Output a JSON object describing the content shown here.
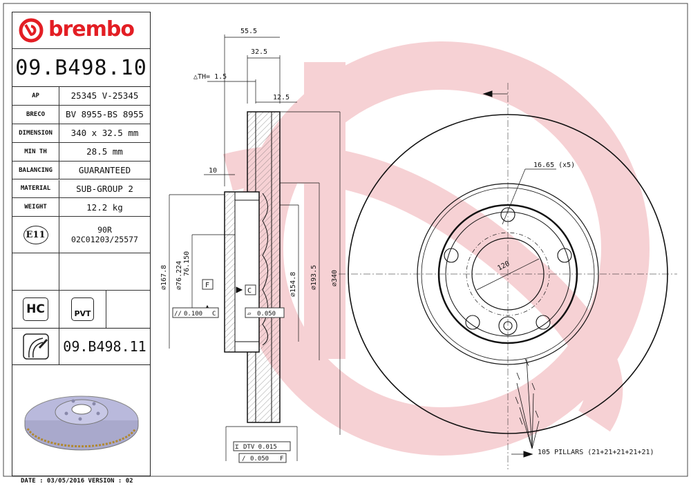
{
  "brand": {
    "name": "brembo",
    "color": "#e31e24"
  },
  "part_number": "09.B498.10",
  "specs": [
    {
      "label": "AP",
      "value": "25345 V-25345"
    },
    {
      "label": "BRECO",
      "value": "BV 8955-BS 8955"
    },
    {
      "label": "DIMENSION",
      "value": "340 x 32.5 mm"
    },
    {
      "label": "MIN TH",
      "value": "28.5 mm"
    },
    {
      "label": "BALANCING",
      "value": "GUARANTEED"
    },
    {
      "label": "MATERIAL",
      "value": "SUB-GROUP 2"
    },
    {
      "label": "WEIGHT",
      "value": "12.2 kg"
    }
  ],
  "approval": {
    "mark": "E11",
    "line1": "90R",
    "line2": "02C01203/25577"
  },
  "badges": {
    "hc": "HC",
    "pvt": "PVT"
  },
  "alt_part_number": "09.B498.11",
  "footer": "DATE : 03/05/2016 VERSION : 02",
  "dimensions": {
    "width_total": "55.5",
    "width_disc": "32.5",
    "delta_th": "△TH= 1.5",
    "channel": "12.5",
    "hat": "10",
    "d_167": "⌀167.8",
    "d_76_224": "⌀76.224",
    "d_76_150": "76.150",
    "d_154": "⌀154.8",
    "d_193": "⌀193.5",
    "d_340": "⌀340",
    "datum_f": "F",
    "datum_c": "C",
    "parallelism": "0.100",
    "parallelism_ref": "C",
    "flatness": "0.050",
    "dtv": "DTV 0.015",
    "runout": "0.050",
    "runout_ref": "F",
    "bolt_hole": "16.65 (x5)",
    "pcd": "120",
    "pillars": "105 PILLARS (21+21+21+21+21)"
  }
}
